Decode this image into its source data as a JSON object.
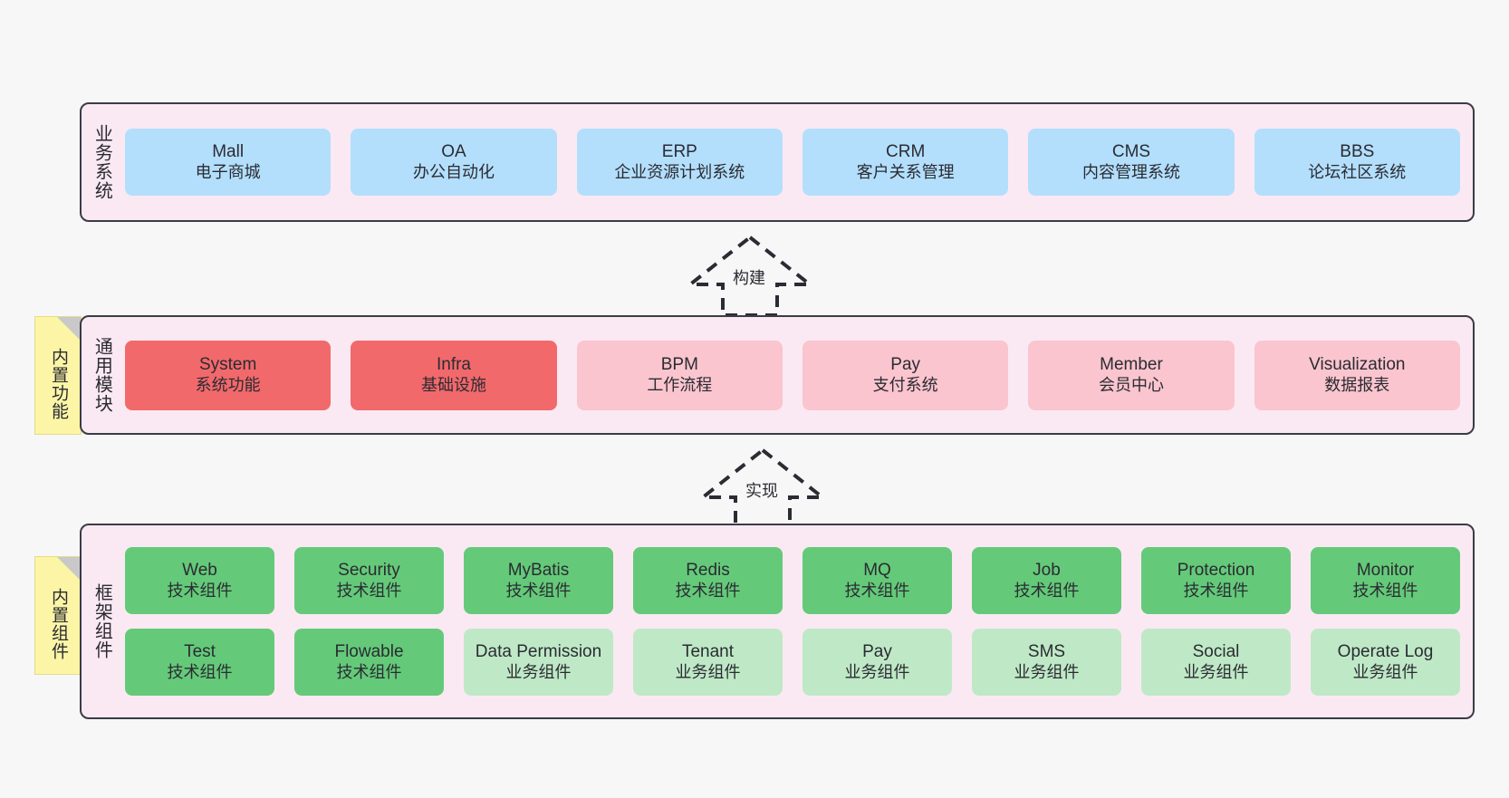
{
  "diagram": {
    "background_color": "#f7f7f7",
    "panel_color": "#fae9f3",
    "panel_border_color": "#3b3b46",
    "note_color": "#fbf5a5",
    "colors": {
      "business": "#b3dffc",
      "core_module": "#f2696b",
      "module": "#fac5ce",
      "tech_component": "#64ca79",
      "biz_component": "#bfe9c6"
    }
  },
  "layers": [
    {
      "id": "business-system",
      "title": "业务系统",
      "rows": [
        {
          "cards": [
            {
              "name": "Mall",
              "desc": "电子商城",
              "color": "blue"
            },
            {
              "name": "OA",
              "desc": "办公自动化",
              "color": "blue"
            },
            {
              "name": "ERP",
              "desc": "企业资源计划系统",
              "color": "blue"
            },
            {
              "name": "CRM",
              "desc": "客户关系管理",
              "color": "blue"
            },
            {
              "name": "CMS",
              "desc": "内容管理系统",
              "color": "blue"
            },
            {
              "name": "BBS",
              "desc": "论坛社区系统",
              "color": "blue"
            }
          ]
        }
      ]
    },
    {
      "id": "common-module",
      "title": "通用模块",
      "note": "内置功能",
      "rows": [
        {
          "cards": [
            {
              "name": "System",
              "desc": "系统功能",
              "color": "red"
            },
            {
              "name": "Infra",
              "desc": "基础设施",
              "color": "red"
            },
            {
              "name": "BPM",
              "desc": "工作流程",
              "color": "pink"
            },
            {
              "name": "Pay",
              "desc": "支付系统",
              "color": "pink"
            },
            {
              "name": "Member",
              "desc": "会员中心",
              "color": "pink"
            },
            {
              "name": "Visualization",
              "desc": "数据报表",
              "color": "pink"
            }
          ]
        }
      ]
    },
    {
      "id": "framework-component",
      "title": "框架组件",
      "note": "内置组件",
      "rows": [
        {
          "cards": [
            {
              "name": "Web",
              "desc": "技术组件",
              "color": "green"
            },
            {
              "name": "Security",
              "desc": "技术组件",
              "color": "green"
            },
            {
              "name": "MyBatis",
              "desc": "技术组件",
              "color": "green"
            },
            {
              "name": "Redis",
              "desc": "技术组件",
              "color": "green"
            },
            {
              "name": "MQ",
              "desc": "技术组件",
              "color": "green"
            },
            {
              "name": "Job",
              "desc": "技术组件",
              "color": "green"
            },
            {
              "name": "Protection",
              "desc": "技术组件",
              "color": "green"
            },
            {
              "name": "Monitor",
              "desc": "技术组件",
              "color": "green"
            }
          ]
        },
        {
          "cards": [
            {
              "name": "Test",
              "desc": "技术组件",
              "color": "green"
            },
            {
              "name": "Flowable",
              "desc": "技术组件",
              "color": "green"
            },
            {
              "name": "Data Permission",
              "desc": "业务组件",
              "color": "lgreen",
              "wrapped": true
            },
            {
              "name": "Tenant",
              "desc": "业务组件",
              "color": "lgreen"
            },
            {
              "name": "Pay",
              "desc": "业务组件",
              "color": "lgreen"
            },
            {
              "name": "SMS",
              "desc": "业务组件",
              "color": "lgreen"
            },
            {
              "name": "Social",
              "desc": "业务组件",
              "color": "lgreen"
            },
            {
              "name": "Operate Log",
              "desc": "业务组件",
              "color": "lgreen"
            }
          ]
        }
      ]
    }
  ],
  "connectors": [
    {
      "id": "build",
      "label": "构建",
      "from": "common-module",
      "to": "business-system"
    },
    {
      "id": "implement",
      "label": "实现",
      "from": "framework-component",
      "to": "common-module"
    }
  ]
}
